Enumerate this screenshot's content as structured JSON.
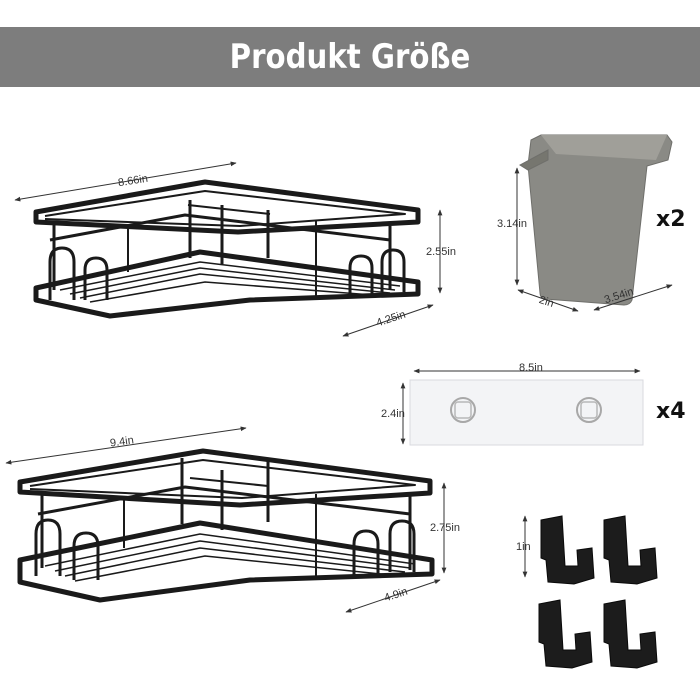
{
  "header": {
    "title": "Produkt Größe"
  },
  "shelf_small": {
    "width": "8.66in",
    "height": "2.55in",
    "depth": "4.25in"
  },
  "shelf_large": {
    "width": "9.4in",
    "height": "2.75in",
    "depth": "4.9in"
  },
  "cup": {
    "height": "3.14in",
    "depth": "2in",
    "width": "3.54in",
    "quantity": "x2"
  },
  "adhesive_strip": {
    "width": "8.5in",
    "height": "2.4in",
    "quantity": "x4"
  },
  "hooks": {
    "height": "1in"
  },
  "colors": {
    "banner": "#7d7d7d",
    "rack": "#1a1a1a",
    "cup": "#8a8a85",
    "strip": "#f3f4f6"
  }
}
